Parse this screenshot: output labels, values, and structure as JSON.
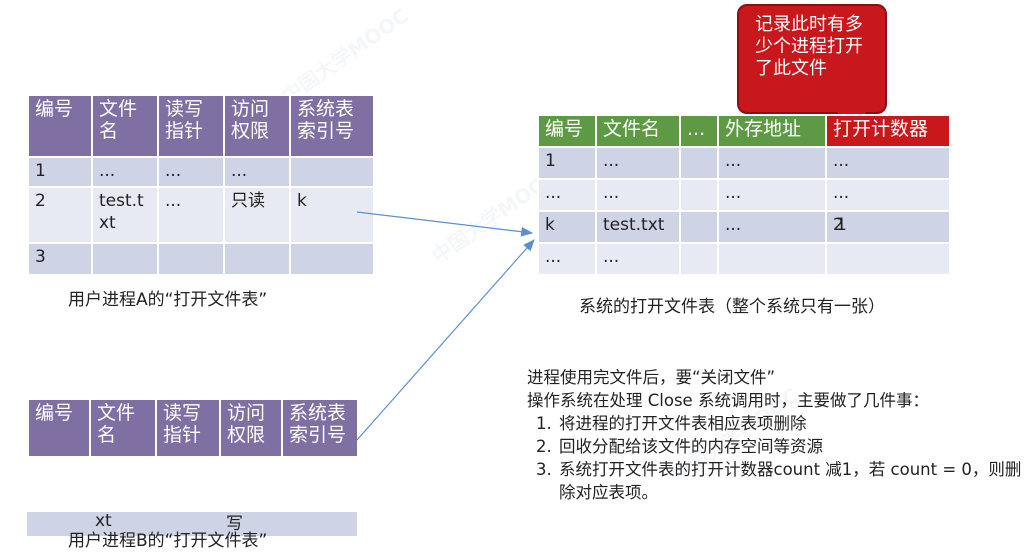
{
  "table_a": {
    "headers": [
      "编号",
      "文件名",
      "读写指针",
      "访问权限",
      "系统表索引号"
    ],
    "rows": [
      [
        "1",
        "...",
        "...",
        "...",
        ""
      ],
      [
        "2",
        "test.txt",
        "...",
        "只读",
        "k"
      ],
      [
        "3",
        "",
        "",
        "",
        ""
      ]
    ],
    "caption": "用户进程A的“打开文件表”"
  },
  "table_sys": {
    "headers": [
      "编号",
      "文件名",
      "...",
      "外存地址",
      "打开计数器"
    ],
    "rows": [
      [
        "1",
        "...",
        "",
        "...",
        "..."
      ],
      [
        "...",
        "...",
        "",
        "...",
        "..."
      ],
      [
        "k",
        "test.txt",
        "",
        "...",
        "1"
      ],
      [
        "...",
        "...",
        "",
        "",
        ""
      ]
    ],
    "caption": "系统的打开文件表（整个系统只有一张）",
    "counter_overlay": "2"
  },
  "callout": {
    "text": "记录此时有多少个进程打开了此文件"
  },
  "table_b": {
    "headers": [
      "编号",
      "文件名",
      "读写指针",
      "访问权限",
      "系统表索引号"
    ],
    "fragment_1": "xt",
    "fragment_2": "写",
    "caption": "用户进程B的“打开文件表”"
  },
  "notes": {
    "line1": "进程使用完文件后，要“关闭文件”",
    "line2": "操作系统在处理 Close 系统调用时，主要做了几件事：",
    "items": [
      "将进程的打开文件表相应表项删除",
      "回收分配给该文件的内存空间等资源",
      "系统打开文件表的打开计数器count 减1，若 count = 0，则删除对应表项。"
    ]
  },
  "colors": {
    "header_purple": "#7f6fa3",
    "header_green": "#5e9a44",
    "accent_red": "#c9181c",
    "row_dark": "#cfd3e6",
    "row_light": "#e8eaf3",
    "arrow": "#5b8fd0"
  }
}
